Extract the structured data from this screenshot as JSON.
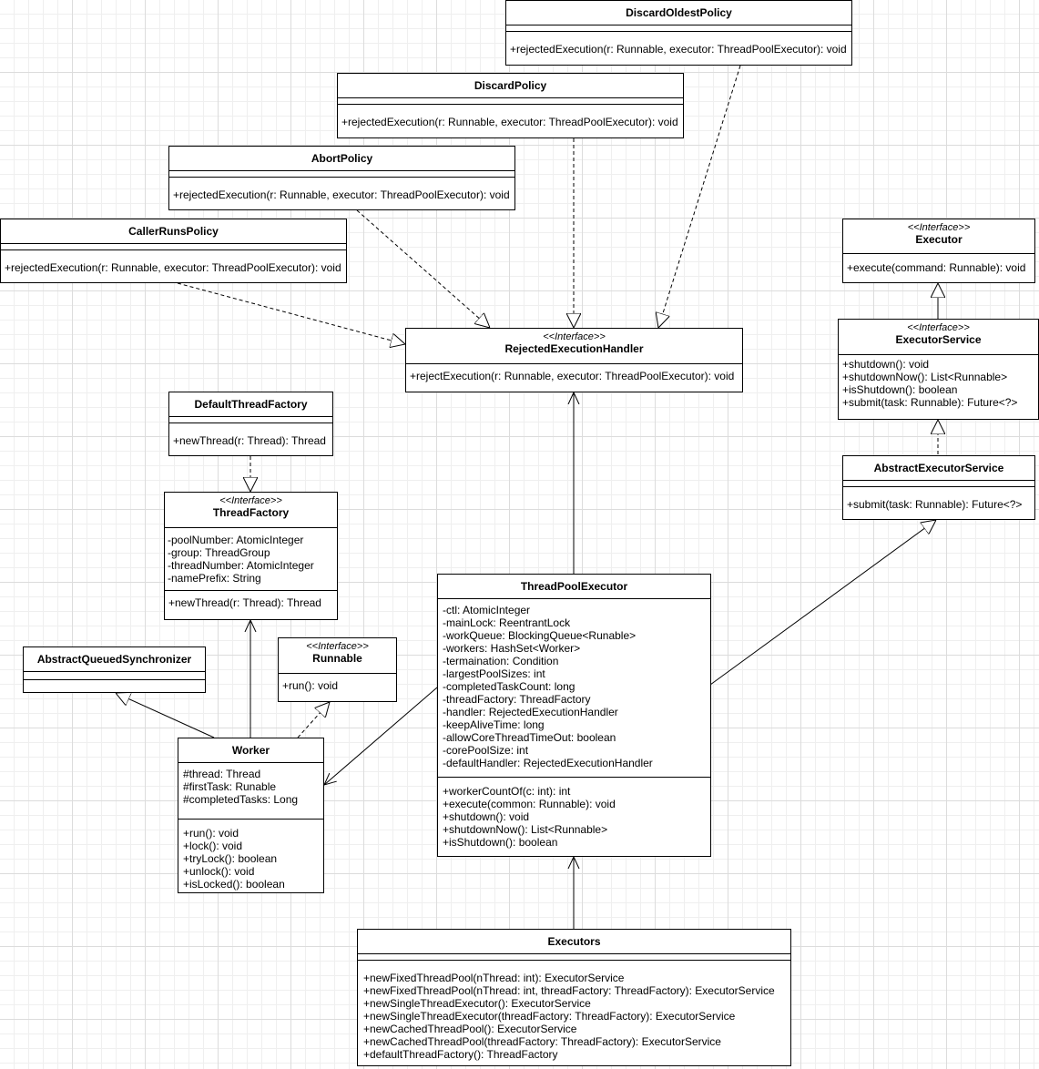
{
  "diagram": {
    "classes": [
      {
        "id": "discard-oldest-policy",
        "name": "DiscardOldestPolicy",
        "stereotype": "",
        "attributes": [],
        "methods": [
          "+rejectedExecution(r: Runnable, executor: ThreadPoolExecutor): void"
        ]
      },
      {
        "id": "discard-policy",
        "name": "DiscardPolicy",
        "stereotype": "",
        "attributes": [],
        "methods": [
          "+rejectedExecution(r: Runnable, executor: ThreadPoolExecutor): void"
        ]
      },
      {
        "id": "abort-policy",
        "name": "AbortPolicy",
        "stereotype": "",
        "attributes": [],
        "methods": [
          "+rejectedExecution(r: Runnable, executor: ThreadPoolExecutor): void"
        ]
      },
      {
        "id": "caller-runs-policy",
        "name": "CallerRunsPolicy",
        "stereotype": "",
        "attributes": [],
        "methods": [
          "+rejectedExecution(r: Runnable, executor: ThreadPoolExecutor): void"
        ]
      },
      {
        "id": "executor",
        "name": "Executor",
        "stereotype": "<<Interface>>",
        "methods": [
          "+execute(command: Runnable): void"
        ]
      },
      {
        "id": "rejected-execution-handler",
        "name": "RejectedExecutionHandler",
        "stereotype": "<<Interface>>",
        "methods": [
          "+rejectExecution(r: Runnable, executor: ThreadPoolExecutor): void"
        ]
      },
      {
        "id": "executor-service",
        "name": "ExecutorService",
        "stereotype": "<<Interface>>",
        "methods": [
          "+shutdown(): void",
          "+shutdownNow(): List<Runnable>",
          "+isShutdown(): boolean",
          "+submit(task: Runnable): Future<?>"
        ]
      },
      {
        "id": "default-thread-factory",
        "name": "DefaultThreadFactory",
        "stereotype": "",
        "attributes": [],
        "methods": [
          "+newThread(r: Thread): Thread"
        ]
      },
      {
        "id": "abstract-executor-service",
        "name": "AbstractExecutorService",
        "stereotype": "",
        "attributes": [],
        "methods": [
          "+submit(task: Runnable): Future<?>"
        ]
      },
      {
        "id": "thread-factory",
        "name": "ThreadFactory",
        "stereotype": "<<Interface>>",
        "attributes": [
          "-poolNumber: AtomicInteger",
          "-group: ThreadGroup",
          "-threadNumber: AtomicInteger",
          "-namePrefix: String"
        ],
        "methods": [
          "+newThread(r: Thread): Thread"
        ]
      },
      {
        "id": "thread-pool-executor",
        "name": "ThreadPoolExecutor",
        "stereotype": "",
        "attributes": [
          "-ctl: AtomicInteger",
          "-mainLock: ReentrantLock",
          "-workQueue: BlockingQueue<Runable>",
          "-workers: HashSet<Worker>",
          "-termaination: Condition",
          "-largestPoolSizes: int",
          "-completedTaskCount: long",
          "-threadFactory: ThreadFactory",
          "-handler: RejectedExecutionHandler",
          "-keepAliveTime: long",
          "-allowCoreThreadTimeOut: boolean",
          "-corePoolSize: int",
          "-defaultHandler: RejectedExecutionHandler"
        ],
        "methods": [
          "+workerCountOf(c: int): int",
          "+execute(common: Runnable): void",
          "+shutdown(): void",
          "+shutdownNow(): List<Runnable>",
          "+isShutdown(): boolean"
        ]
      },
      {
        "id": "runnable",
        "name": "Runnable",
        "stereotype": "<<Interface>>",
        "methods": [
          "+run(): void"
        ]
      },
      {
        "id": "abstract-queued-synchronizer",
        "name": "AbstractQueuedSynchronizer",
        "stereotype": "",
        "attributes": [],
        "methods": []
      },
      {
        "id": "worker",
        "name": "Worker",
        "stereotype": "",
        "attributes": [
          "#thread: Thread",
          "#firstTask: Runable",
          "#completedTasks: Long"
        ],
        "methods": [
          "+run(): void",
          "+lock(): void",
          "+tryLock(): boolean",
          "+unlock(): void",
          "+isLocked(): boolean"
        ]
      },
      {
        "id": "executors",
        "name": "Executors",
        "stereotype": "",
        "attributes": [],
        "methods": [
          "+newFixedThreadPool(nThread: int): ExecutorService",
          "+newFixedThreadPool(nThread: int, threadFactory: ThreadFactory): ExecutorService",
          "+newSingleThreadExecutor(): ExecutorService",
          "+newSingleThreadExecutor(threadFactory: ThreadFactory): ExecutorService",
          "+newCachedThreadPool(): ExecutorService",
          "+newCachedThreadPool(threadFactory: ThreadFactory): ExecutorService",
          "+defaultThreadFactory(): ThreadFactory"
        ]
      }
    ]
  }
}
